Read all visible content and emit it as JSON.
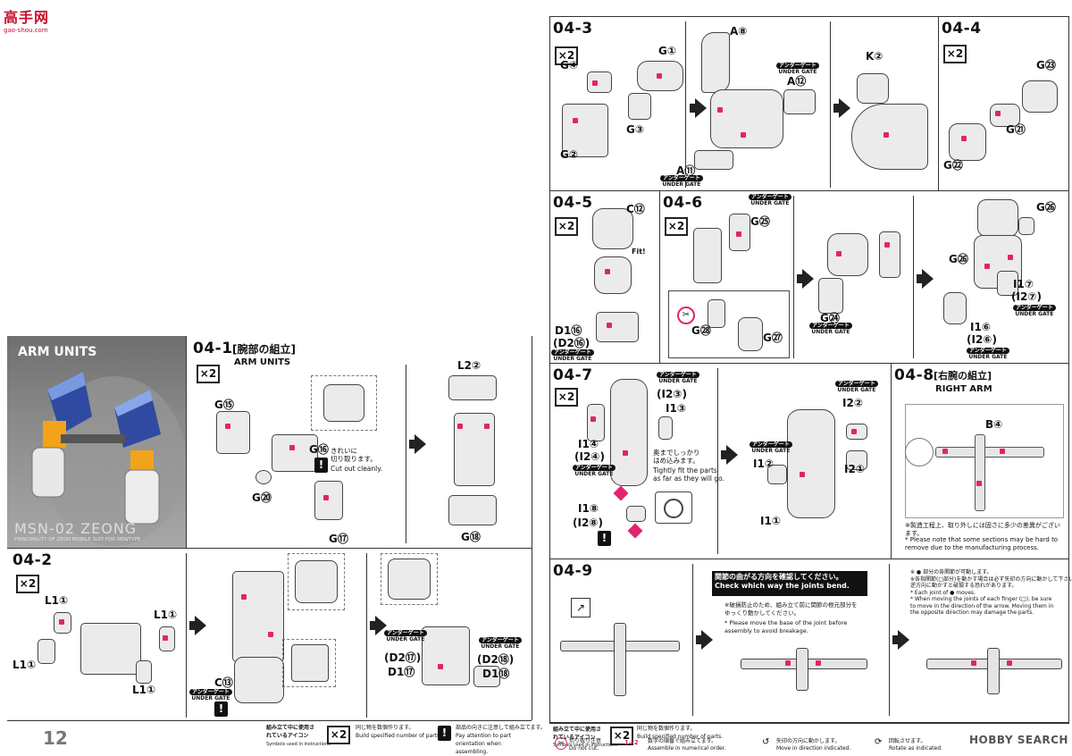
{
  "site_logo": {
    "text": "高手网",
    "url_text": "gao-shou.com"
  },
  "page_number": "12",
  "arm_units_section": {
    "title": "ARM UNITS",
    "model_name": "MSN-02 ZEONG",
    "model_sub": "PRINCIPALITY OF ZEON MOBILE SUIT FOR NEWTYPE"
  },
  "step_04_1": {
    "num": "04-1",
    "title_jp": "[腕部の組立]",
    "title_en": "ARM UNITS",
    "mult": "×2",
    "labels": [
      "G⑮",
      "G⑯",
      "G⑳",
      "G⑰",
      "L2②",
      "G⑱"
    ],
    "note_jp": "きれいに\n切り取ります。",
    "note_en": "Cut out cleanly."
  },
  "step_04_2": {
    "num": "04-2",
    "mult": "×2",
    "labels": [
      "L1①",
      "L1①",
      "L1①",
      "L1①",
      "C⑬",
      "(D2⑰)",
      "D1⑰",
      "(D2⑱)",
      "D1⑱"
    ]
  },
  "step_04_3": {
    "num": "04-3",
    "mult": "×2",
    "labels": [
      "G④",
      "G①",
      "G③",
      "G②",
      "A⑧",
      "A⑫",
      "A⑪",
      "K②"
    ]
  },
  "step_04_4": {
    "num": "04-4",
    "mult": "×2",
    "labels": [
      "G㉓",
      "G㉑",
      "G㉒"
    ]
  },
  "step_04_5": {
    "num": "04-5",
    "mult": "×2",
    "labels": [
      "C⑫",
      "D1⑯",
      "(D2⑯)"
    ],
    "fit": "Fit!"
  },
  "step_04_6": {
    "num": "04-6",
    "mult": "×2",
    "labels": [
      "G㉕",
      "G㉘",
      "G㉗",
      "G㉔",
      "G㉖",
      "G㉖",
      "I1⑦",
      "(I2⑦)",
      "I1⑥",
      "(I2⑥)"
    ]
  },
  "step_04_7": {
    "num": "04-7",
    "mult": "×2",
    "labels": [
      "(I2③)",
      "I1③",
      "I1④",
      "(I2④)",
      "I1⑧",
      "(I2⑧)",
      "I2②",
      "I1②",
      "I2①",
      "I1①"
    ],
    "note_jp": "奥までしっかり\nはめ込みます。",
    "note_en": "Tightly fit the parts\nas far as they will go."
  },
  "step_04_8": {
    "num": "04-8",
    "title_jp": "[右腕の組立]",
    "title_en": "RIGHT ARM",
    "label": "B④",
    "note_jp": "※製造工程上、取り外しには固さに多少の差異がございます。",
    "note_en": "* Please note that some sections may be hard to remove due to the manufacturing process."
  },
  "step_04_9": {
    "num": "04-9",
    "check_jp": "関節の曲がる方向を確認してください。",
    "check_en": "Check which way the joints bend.",
    "note_mid_jp": "※破損防止のため、組み立て前に関節の根元部分をゆっくり動かしてください。",
    "note_mid_en": "* Please move the base of the joint before assembly to avoid breakage.",
    "note_right": "※ ● 部分の各関節が可動します。\n※各指関節(□部分)を動かす場合は必ず矢印の方向に動かして下さい。\n逆方向に動かすと破損する恐れがあります。\n* Each joint of ● moves.\n* When moving the joints of each finger (□), be sure\nto move in the direction of the arrow. Moving them in\nthe opposite direction may damage the parts."
  },
  "gate_label": {
    "jp": "アンダーゲート",
    "en": "UNDER GATE"
  },
  "legend": {
    "title_jp": "組み立て中に使用されているアイコン",
    "title_en": "Symbols used in instructions",
    "items": [
      {
        "icon": "×2",
        "jp": "同じ物を数個作ります。",
        "en": "Build specified number of parts."
      },
      {
        "icon": "!",
        "jp": "部品の向きに注意して組み立てます。",
        "en": "Pay attention to part orientation when assembling."
      },
      {
        "icon": "✂",
        "jp": "切り取り注意",
        "en": "Do not cut."
      },
      {
        "icon": "1→2",
        "jp": "数字の順番で組み立てます。",
        "en": "Assemble in numerical order."
      },
      {
        "icon": "↺",
        "jp": "矢印の方向に動かします。",
        "en": "Move in direction indicated."
      },
      {
        "icon": "⟳",
        "jp": "回転させます。",
        "en": "Rotate as indicated."
      }
    ],
    "brand": "HOBBY SEARCH"
  }
}
